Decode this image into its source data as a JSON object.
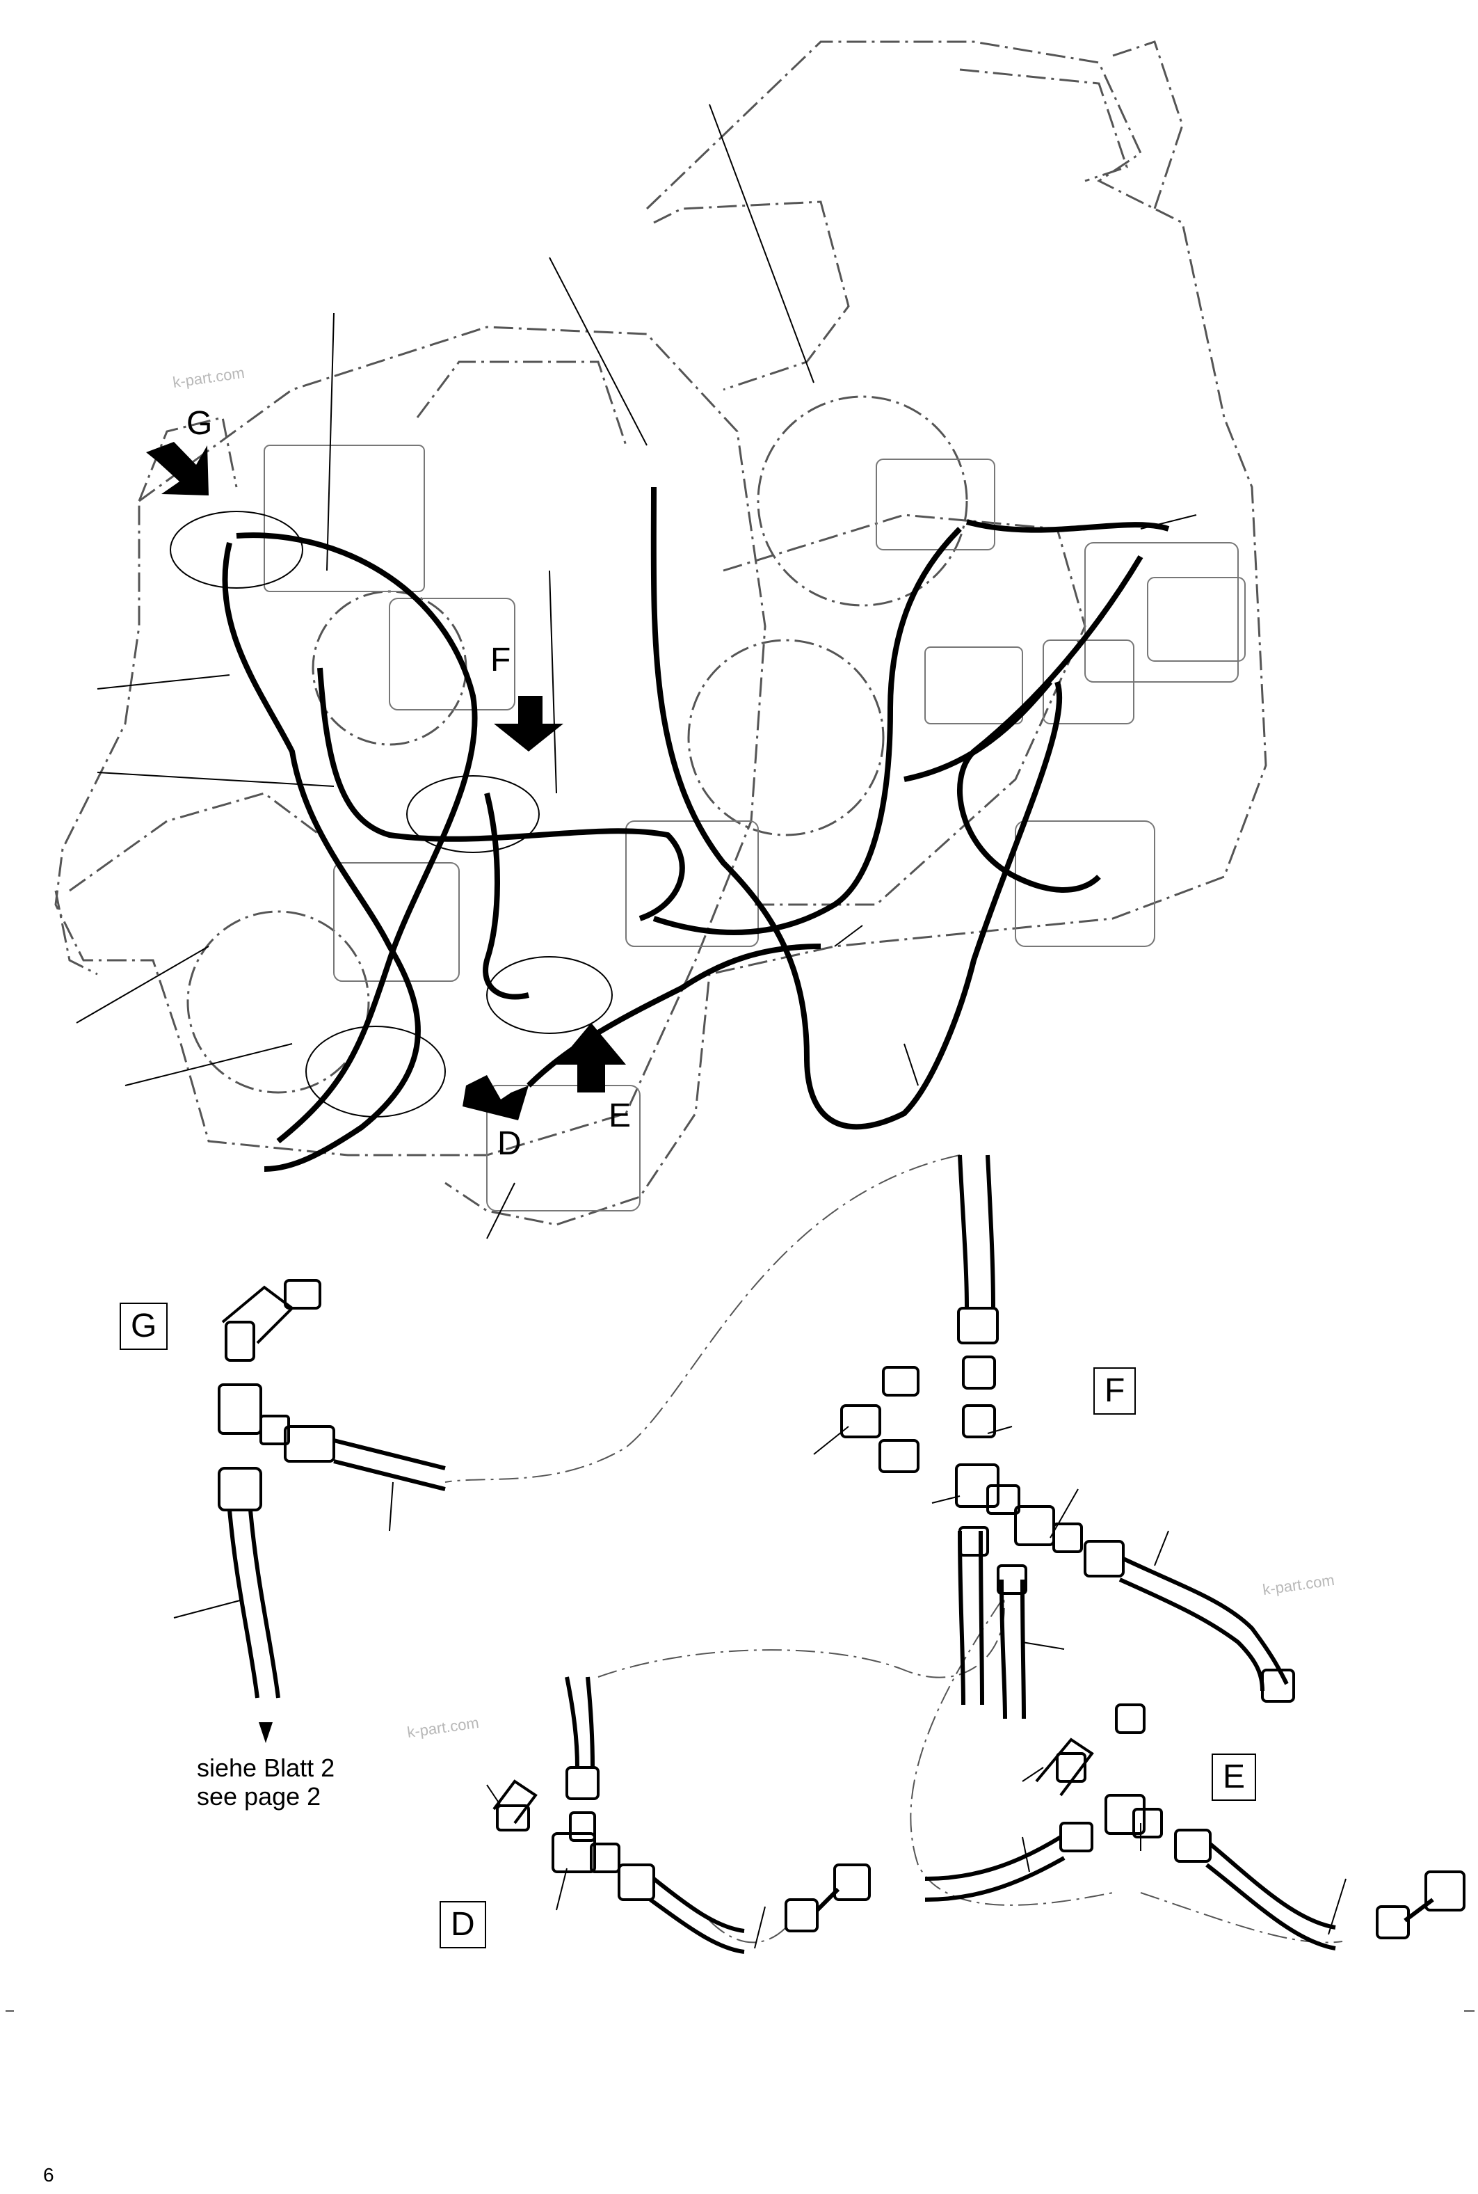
{
  "labels": {
    "g_top": "G",
    "f_top": "F",
    "e_top": "E",
    "d_top": "D",
    "g_box": "G",
    "f_box": "F",
    "e_box": "E",
    "d_box": "D"
  },
  "note": {
    "line1": "siehe Blatt 2",
    "line2": "see page 2"
  },
  "watermark": "k-part.com",
  "page_number": "6"
}
